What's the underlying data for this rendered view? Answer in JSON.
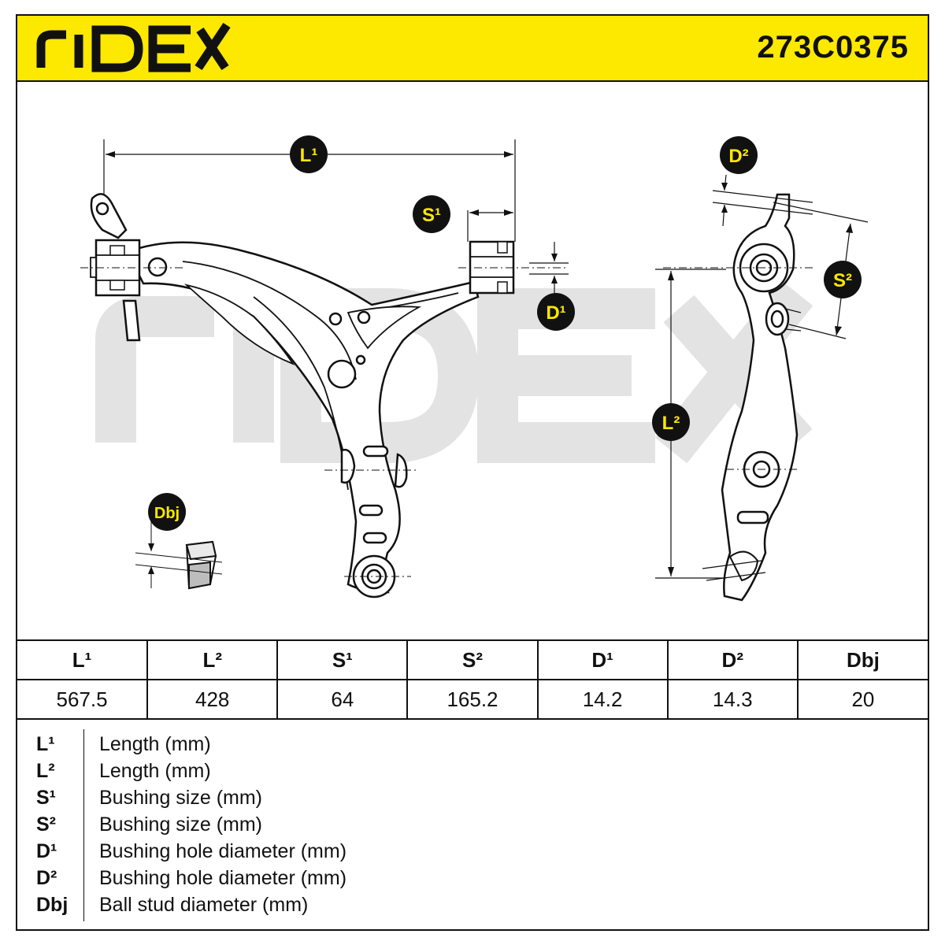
{
  "header": {
    "brand": "RIDEX",
    "part_number": "273C0375",
    "accent": "#fde800"
  },
  "drawing": {
    "watermark": "RIDEX",
    "labels": {
      "L1": "L¹",
      "L2": "L²",
      "S1": "S¹",
      "S2": "S²",
      "D1": "D¹",
      "D2": "D²",
      "Dbj": "Dbj"
    }
  },
  "table": {
    "headers": [
      "L¹",
      "L²",
      "S¹",
      "S²",
      "D¹",
      "D²",
      "Dbj"
    ],
    "values": [
      "567.5",
      "428",
      "64",
      "165.2",
      "14.2",
      "14.3",
      "20"
    ]
  },
  "legend": [
    {
      "symbol": "L¹",
      "description": "Length (mm)"
    },
    {
      "symbol": "L²",
      "description": "Length (mm)"
    },
    {
      "symbol": "S¹",
      "description": "Bushing size (mm)"
    },
    {
      "symbol": "S²",
      "description": "Bushing size (mm)"
    },
    {
      "symbol": "D¹",
      "description": "Bushing hole diameter (mm)"
    },
    {
      "symbol": "D²",
      "description": "Bushing hole diameter (mm)"
    },
    {
      "symbol": "Dbj",
      "description": "Ball stud diameter (mm)"
    }
  ]
}
